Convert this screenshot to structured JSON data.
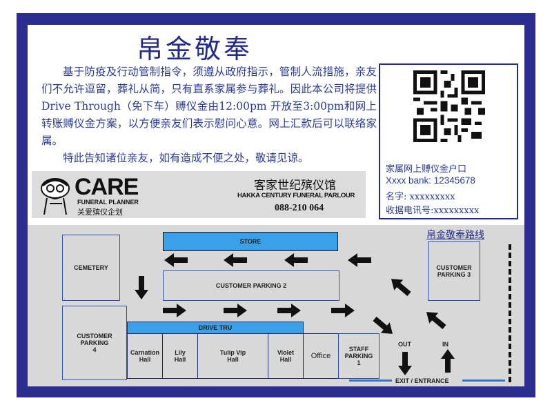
{
  "title": "帛金敬奉",
  "notice": {
    "paragraph1": "基于防疫及行动管制指令，须遵从政府指示，管制人流措施，亲友们不允许逗留，葬礼从简，只有直系家属参与葬礼。因此本公司将提供Drive Through（免下车）赙仪金由12:00pm 开放至3:00pm和网上转账赙仪金方案，以方便亲友们表示慰问心意。网上汇款后可以联络家属。",
    "paragraph2": "特此告知诸位亲友，如有造成不便之处，敬请见谅。"
  },
  "logo": {
    "care": "CARE",
    "funeral_planner": "FUNERAL PLANNER",
    "care_chinese": "关爱殡仪企划",
    "company_chinese": "客家世纪殡仪馆",
    "company_english": "HAKKA CENTURY FUNERAL PARLOUR",
    "phone": "088-210 064"
  },
  "bank": {
    "label": "家属网上赙仪金户口",
    "bank_line": "Xxxx bank: 12345678",
    "name_line": "名字: xxxxxxxxx",
    "phone_line": "收据电讯号:xxxxxxxxx"
  },
  "map": {
    "route_title": "帛金敬奉路线",
    "store": "STORE",
    "cemetery": "CEMETERY",
    "parking2": "CUSTOMER PARKING 2",
    "parking3_line1": "CUSTOMER",
    "parking3_line2": "PARKING 3",
    "parking4_line1": "CUSTOMER",
    "parking4_line2": "PARKING",
    "parking4_line3": "4",
    "drive_tru": "DRIVE TRU",
    "carnation_line1": "Carnation",
    "carnation_line2": "Hall",
    "lily_line1": "Lily",
    "lily_line2": "Hall",
    "tulip_line1": "Tulip Vip",
    "tulip_line2": "Hall",
    "violet_line1": "Violet",
    "violet_line2": "Hall",
    "office": "Office",
    "staff_line1": "STAFF",
    "staff_line2": "PARKING",
    "staff_line3": "1",
    "out": "OUT",
    "in": "IN",
    "exit": "EXIT / ENTRANCE"
  },
  "colors": {
    "frame": "#2c2f8e",
    "title": "#232a8a",
    "accent_blue": "#3aa0e8",
    "map_bg": "#d8d8d8"
  }
}
